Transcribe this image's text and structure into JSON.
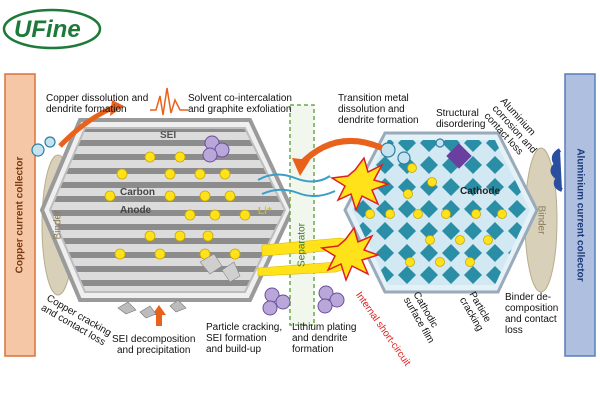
{
  "brand": {
    "logo_text": "UFine",
    "logo_color": "#1f7a3a"
  },
  "collectors": {
    "copper": "Copper current collector",
    "aluminium": "Aluminium current collector"
  },
  "layers": {
    "binder_left": "Binder",
    "binder_right": "Binder",
    "separator": "Separator",
    "sei": "SEI",
    "carbon": "Carbon",
    "anode": "Anode",
    "cathode": "Cathode",
    "li_ion": "Li⁺"
  },
  "labels": {
    "copper_dissolution": [
      "Copper dissolution and",
      "dendrite formation"
    ],
    "solvent_cointercalation": [
      "Solvent co-intercalation",
      "and graphite exfoliation"
    ],
    "transition_metal": [
      "Transition metal",
      "dissolution and",
      "dendrite formation"
    ],
    "structural_disordering": [
      "Structural",
      "disordering"
    ],
    "aluminium_corrosion": [
      "Aluminium",
      "corrosion and",
      "contact loss"
    ],
    "copper_cracking": [
      "Copper cracking",
      "and contact loss"
    ],
    "sei_decomposition": [
      "SEI decomposition",
      "and precipitation"
    ],
    "particle_cracking_anode": [
      "Particle cracking,",
      "SEI formation",
      "and build-up"
    ],
    "lithium_plating": [
      "Lithium plating",
      "and dendrite",
      "formation"
    ],
    "internal_short": "Internal short-circuit",
    "cathodic_surface_film": [
      "Cathodic",
      "surface film"
    ],
    "particle_cracking_cathode": [
      "Particle",
      "cracking"
    ],
    "binder_decomposition": [
      "Binder de-",
      "composition",
      "and contact",
      "loss"
    ]
  },
  "colors": {
    "copper_fill": "#f6c7a6",
    "copper_border": "#d9733a",
    "aluminium_fill": "#aebfe0",
    "aluminium_border": "#5a7db8",
    "anode_fill": "#d9d9d9",
    "anode_stripe": "#8c8c8c",
    "cathode_fill": "#cfe6f2",
    "cathode_diamond": "#2a8fa6",
    "separator_border": "#6aa84f",
    "li_particle": "#ffe21a",
    "arrow_orange": "#e8621c",
    "short_circuit_text": "#e02020",
    "binder": "#d8d0b8"
  }
}
